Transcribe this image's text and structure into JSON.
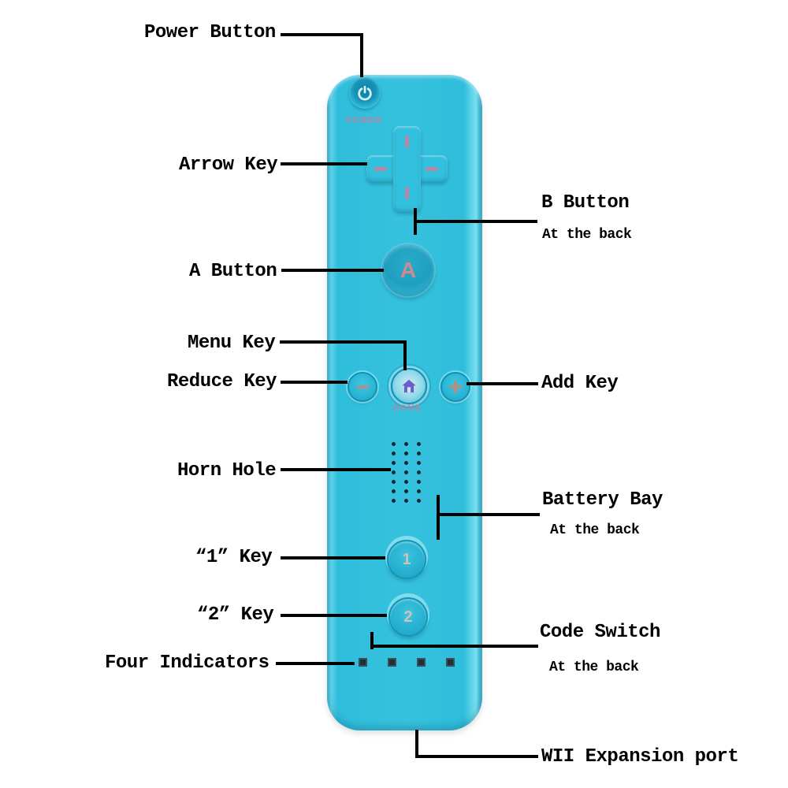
{
  "figure": {
    "background_color": "#ffffff",
    "callout_line_color": "#000000",
    "label_text_color": "#000000"
  },
  "remote": {
    "body_color": "#2ebddb",
    "edge_dark_color": "#1b9cbd",
    "edge_highlight_color": "#79dff0",
    "accent_pink_color": "#c77f9e",
    "printed_power_text": "POWER",
    "printed_home_text": "HOME",
    "a_button_text": "A",
    "key1_text": "1",
    "key2_text": "2",
    "home_icon_color": "#6a5ecb",
    "speaker_rows": 7,
    "speaker_cols": 3,
    "indicator_count": 4
  },
  "labels": {
    "power_button": {
      "text": "Power Button"
    },
    "arrow_key": {
      "text": "Arrow Key"
    },
    "b_button": {
      "text": "B Button",
      "sub": "At the back"
    },
    "a_button": {
      "text": "A Button"
    },
    "menu_key": {
      "text": "Menu Key"
    },
    "reduce_key": {
      "text": "Reduce Key"
    },
    "add_key": {
      "text": "Add Key"
    },
    "horn_hole": {
      "text": "Horn Hole"
    },
    "battery_bay": {
      "text": "Battery Bay",
      "sub": "At the back"
    },
    "key_1": {
      "text": "“1” Key"
    },
    "key_2": {
      "text": "“2” Key"
    },
    "four_indicators": {
      "text": "Four Indicators"
    },
    "code_switch": {
      "text": "Code Switch",
      "sub": "At the back"
    },
    "expansion_port": {
      "text": "WII Expansion port"
    }
  }
}
